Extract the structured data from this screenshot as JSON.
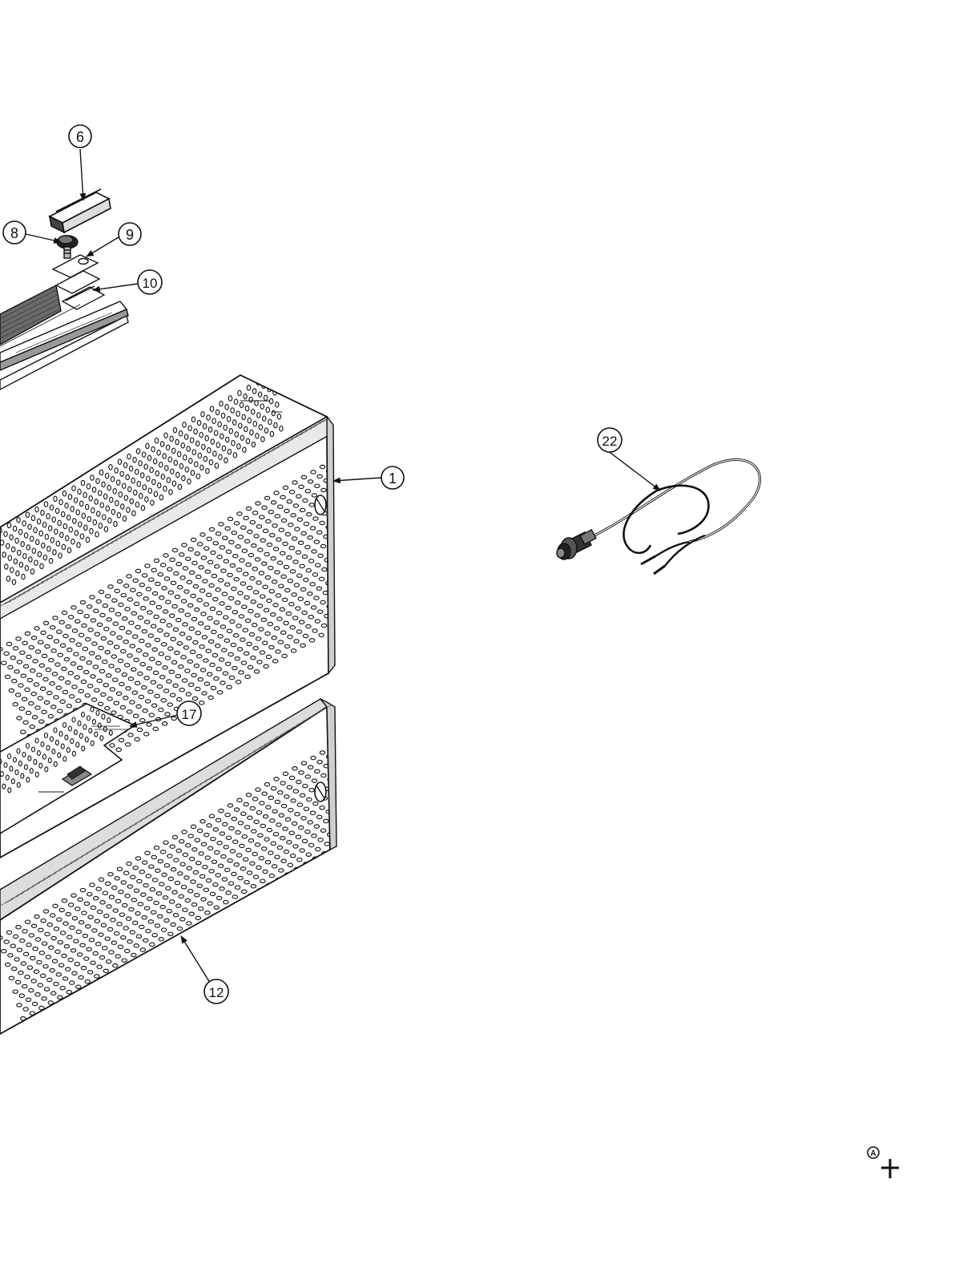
{
  "callouts": {
    "c1": "1",
    "c6": "6",
    "c8": "8",
    "c9": "9",
    "c10": "10",
    "c12": "12",
    "c17": "17",
    "c22": "22"
  },
  "registration_mark": {
    "letter": "A",
    "symbol": "cross-mark-icon"
  },
  "colors": {
    "ink": "#111111",
    "paper": "#ffffff"
  }
}
